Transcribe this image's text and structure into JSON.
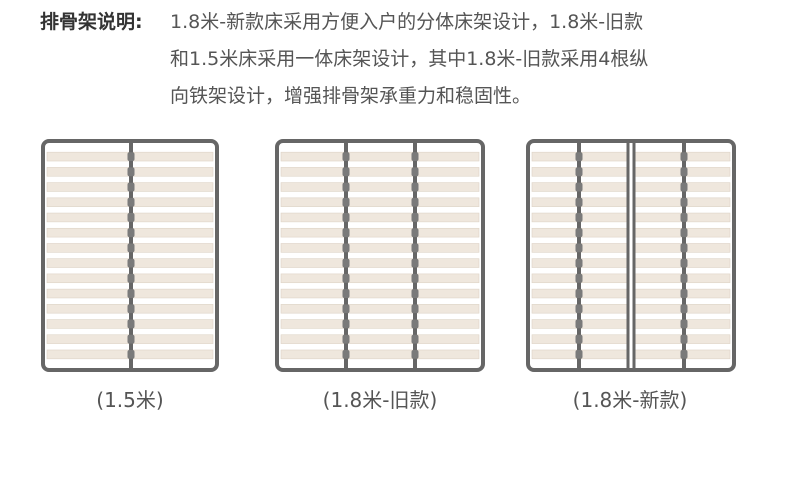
{
  "description": {
    "label": "排骨架说明:",
    "lines": [
      "1.8米-新款床采用方便入户的分体床架设计，1.8米-旧款",
      "和1.5米床采用一体床架设计，其中1.8米-旧款采用4根纵",
      "向铁架设计，增强排骨架承重力和稳固性。"
    ]
  },
  "frames": [
    {
      "caption": "(1.5米)"
    },
    {
      "caption": "(1.8米-旧款)"
    },
    {
      "caption": "(1.8米-新款)"
    }
  ],
  "colors": {
    "frame": "#666666",
    "slat": "#efe7dd",
    "slat_edge": "#ddd3c6",
    "text": "#555555"
  }
}
